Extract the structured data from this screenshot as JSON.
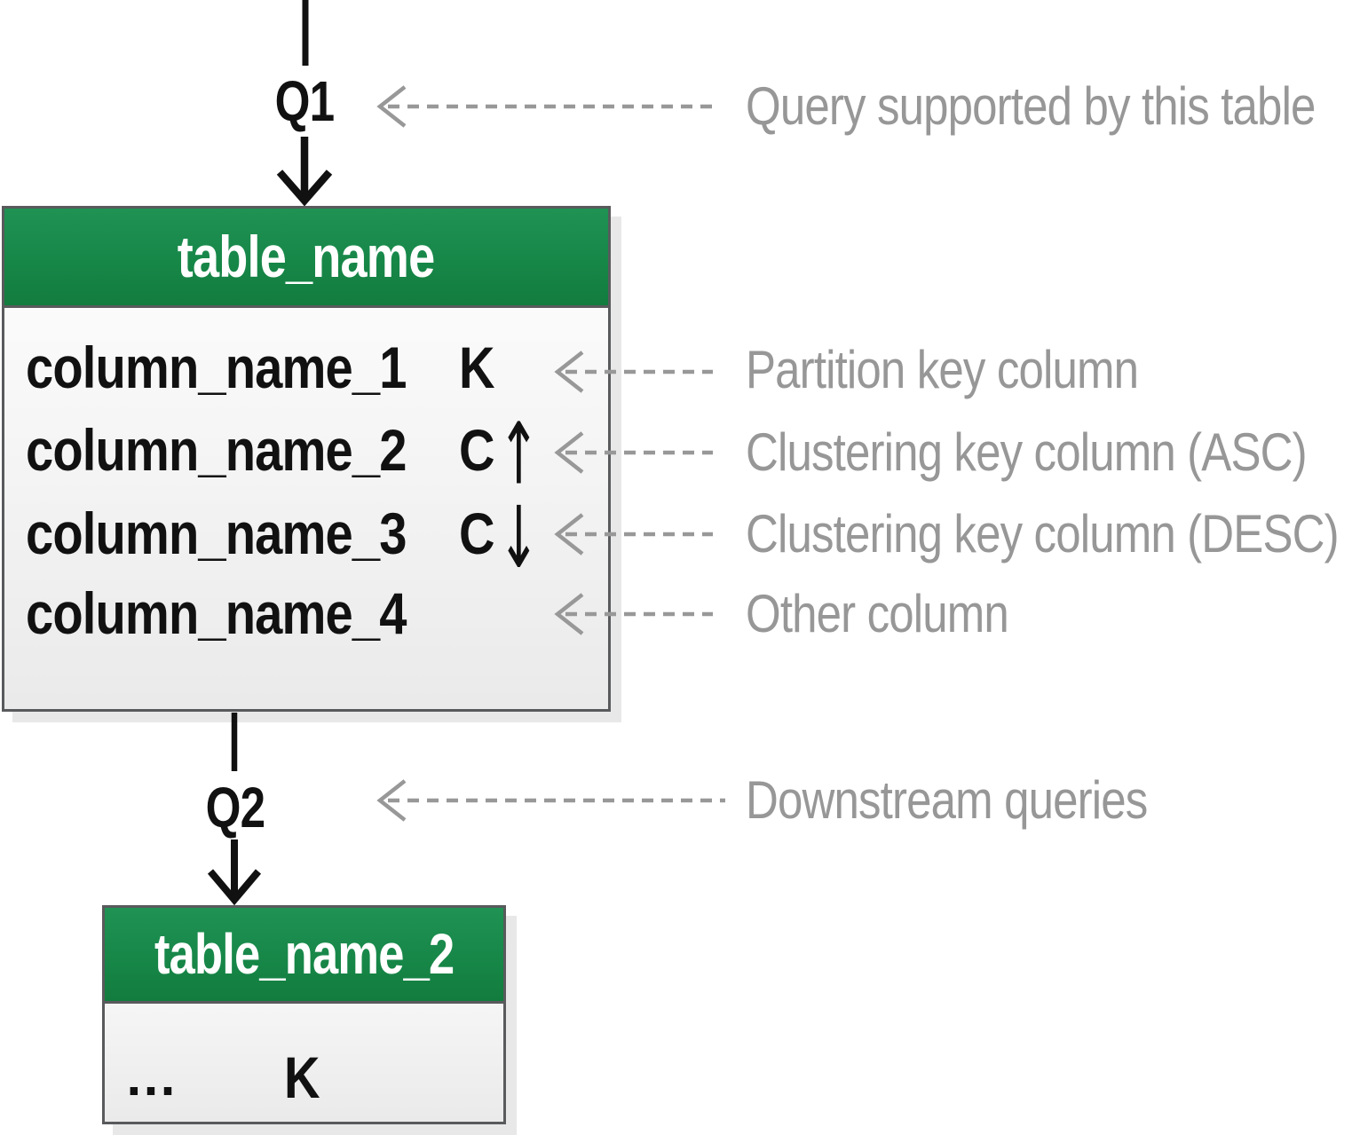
{
  "q1_label": "Q1",
  "q2_label": "Q2",
  "table1": {
    "title": "table_name",
    "rows": [
      {
        "name": "column_name_1",
        "key": "K",
        "arrow": ""
      },
      {
        "name": "column_name_2",
        "key": "C",
        "arrow": "↑"
      },
      {
        "name": "column_name_3",
        "key": "C",
        "arrow": "↓"
      },
      {
        "name": "column_name_4",
        "key": "",
        "arrow": ""
      }
    ]
  },
  "table2": {
    "title": "table_name_2",
    "rows": [
      {
        "name": "…",
        "key": "K"
      }
    ]
  },
  "annotations": {
    "query": "Query supported by this table",
    "partition": "Partition key column",
    "clustering_asc": "Clustering key column (ASC)",
    "clustering_desc": "Clustering key column (DESC)",
    "other": "Other column",
    "downstream": "Downstream queries"
  },
  "colors": {
    "green-top": "#1f9254",
    "green-mid": "#178748",
    "green-bottom": "#127c3e",
    "tbl-border": "#595a5c",
    "tbl-shadow": "#e8e8e8",
    "body-top": "#ffffff",
    "body-bottom": "#eaeaea",
    "ann-gray": "#979797",
    "arrow-gray": "#989898",
    "text-black": "#111111"
  }
}
